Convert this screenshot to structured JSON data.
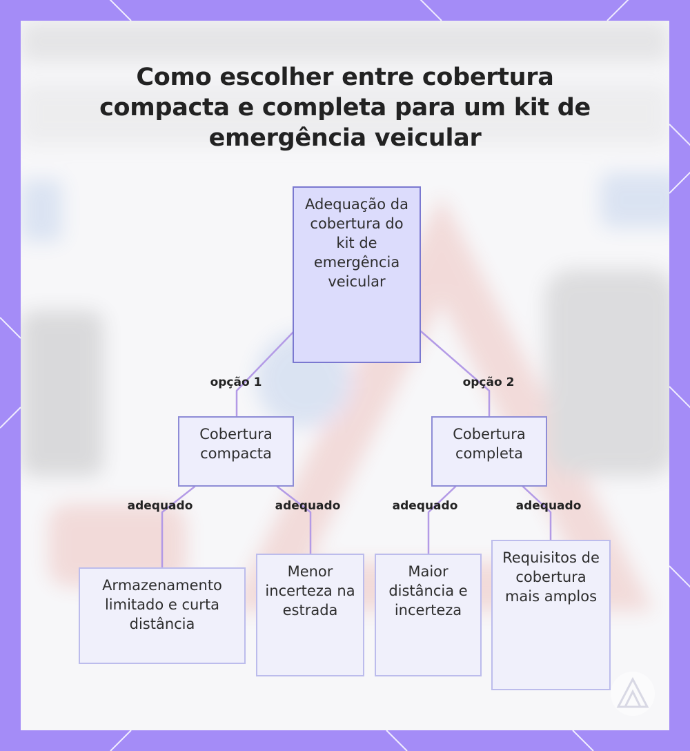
{
  "title": "Como escolher entre cobertura compacta e completa para um kit de emergência veicular",
  "colors": {
    "frame": "#a48cf7",
    "panel": "#f7f7f9",
    "root_fill": "#dcdcfc",
    "root_border": "#7a78d0",
    "node_border": "#8e8cd6",
    "leaf_border": "#bcbcec",
    "connector": "#b39ae6"
  },
  "diagram": {
    "root": {
      "label": "Adequação da cobertura do kit de emergência veicular"
    },
    "branches": [
      {
        "edge_label": "opção 1",
        "node": {
          "label": "Cobertura compacta"
        },
        "children": [
          {
            "edge_label": "adequado",
            "node": {
              "label": "Armazenamento limitado e curta distância"
            }
          },
          {
            "edge_label": "adequado",
            "node": {
              "label": "Menor incerteza na estrada"
            }
          }
        ]
      },
      {
        "edge_label": "opção 2",
        "node": {
          "label": "Cobertura completa"
        },
        "children": [
          {
            "edge_label": "adequado",
            "node": {
              "label": "Maior distância e incerteza"
            }
          },
          {
            "edge_label": "adequado",
            "node": {
              "label": "Requisitos de cobertura mais amplos"
            }
          }
        ]
      }
    ]
  },
  "logo_icon": "mountain-triangle-icon"
}
